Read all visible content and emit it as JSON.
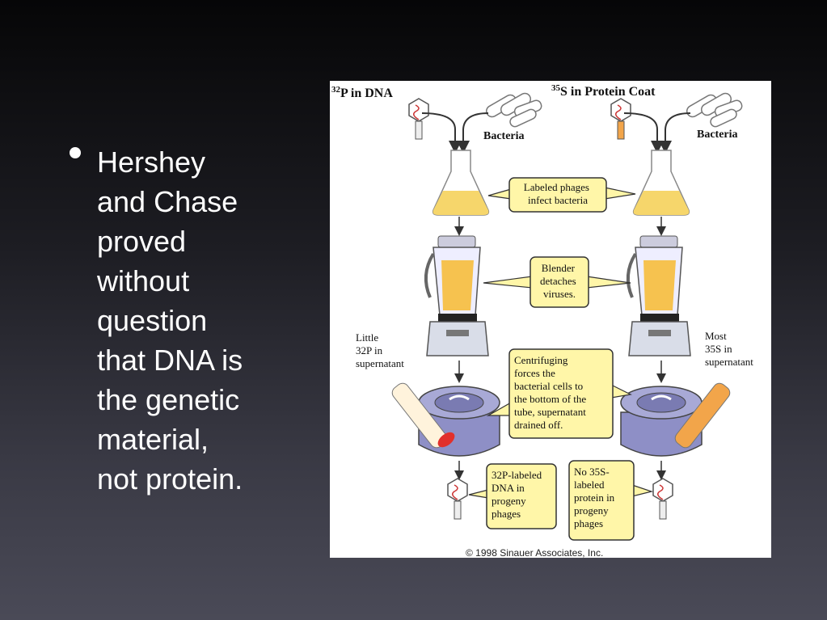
{
  "slide": {
    "bullet_lines": [
      "Hershey",
      "and Chase",
      "proved",
      "without",
      "question",
      "that DNA is",
      "the genetic",
      "material,",
      "not protein."
    ]
  },
  "figure": {
    "left_title": "32P in DNA",
    "left_title_sup": "32",
    "left_title_rest": "P in DNA",
    "right_title": "35S in Protein Coat",
    "right_title_sup": "35",
    "right_title_rest": "S in Protein Coat",
    "bacteria_left": "Bacteria",
    "bacteria_right": "Bacteria",
    "callout_infect": [
      "Labeled phages",
      "infect bacteria"
    ],
    "callout_blender": [
      "Blender",
      "detaches",
      "viruses."
    ],
    "little_label": [
      "Little",
      "32P in",
      "supernatant"
    ],
    "most_label": [
      "Most",
      "35S in",
      "supernatant"
    ],
    "callout_centrifuge": [
      "Centrifuging",
      "forces the",
      "bacterial cells to",
      "the bottom of the",
      "tube, supernatant",
      "drained off."
    ],
    "callout_p_progeny": [
      "32P-labeled",
      "DNA in",
      "progeny",
      "phages"
    ],
    "callout_s_progeny": [
      "No 35S-",
      "labeled",
      "protein in",
      "progeny",
      "phages"
    ],
    "copyright": "© 1998 Sinauer Associates, Inc."
  },
  "colors": {
    "callout_fill": "#fff6a8",
    "flask_liquid": "#f6d66b",
    "blender_base": "#d9dde8",
    "centrifuge": "#8e8fc6",
    "red_pellet": "#e2302b",
    "orange_liquid": "#f2a54a"
  }
}
